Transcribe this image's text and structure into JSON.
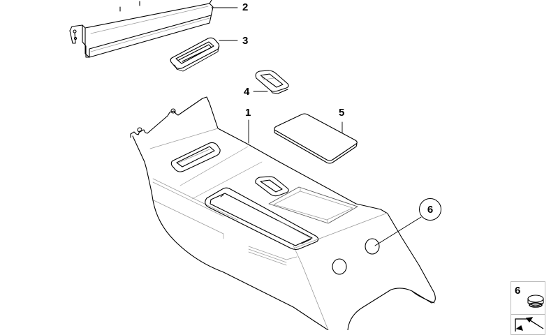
{
  "diagram": {
    "type": "exploded-parts-view",
    "subject": "Center console rear section",
    "parts": [
      {
        "number": "1",
        "name": "center-console"
      },
      {
        "number": "2",
        "name": "bracket-strip"
      },
      {
        "number": "3",
        "name": "rectangular-insert-tray"
      },
      {
        "number": "4",
        "name": "trapezoid-insert-bezel"
      },
      {
        "number": "5",
        "name": "rubber-mat-pad"
      },
      {
        "number": "6",
        "name": "round-plug-cap",
        "circled": true
      }
    ],
    "callouts": {
      "c1": "1",
      "c2": "2",
      "c3": "3",
      "c4": "4",
      "c5": "5",
      "c6": "6"
    },
    "legend": {
      "item_number": "6",
      "item_icon": "plug-cap-icon",
      "nav_icon": "arrow-icon"
    }
  },
  "colors": {
    "line": "#000000",
    "light_line": "#9a9a9a",
    "background": "#ffffff",
    "legend_border": "#bbbbbb"
  }
}
